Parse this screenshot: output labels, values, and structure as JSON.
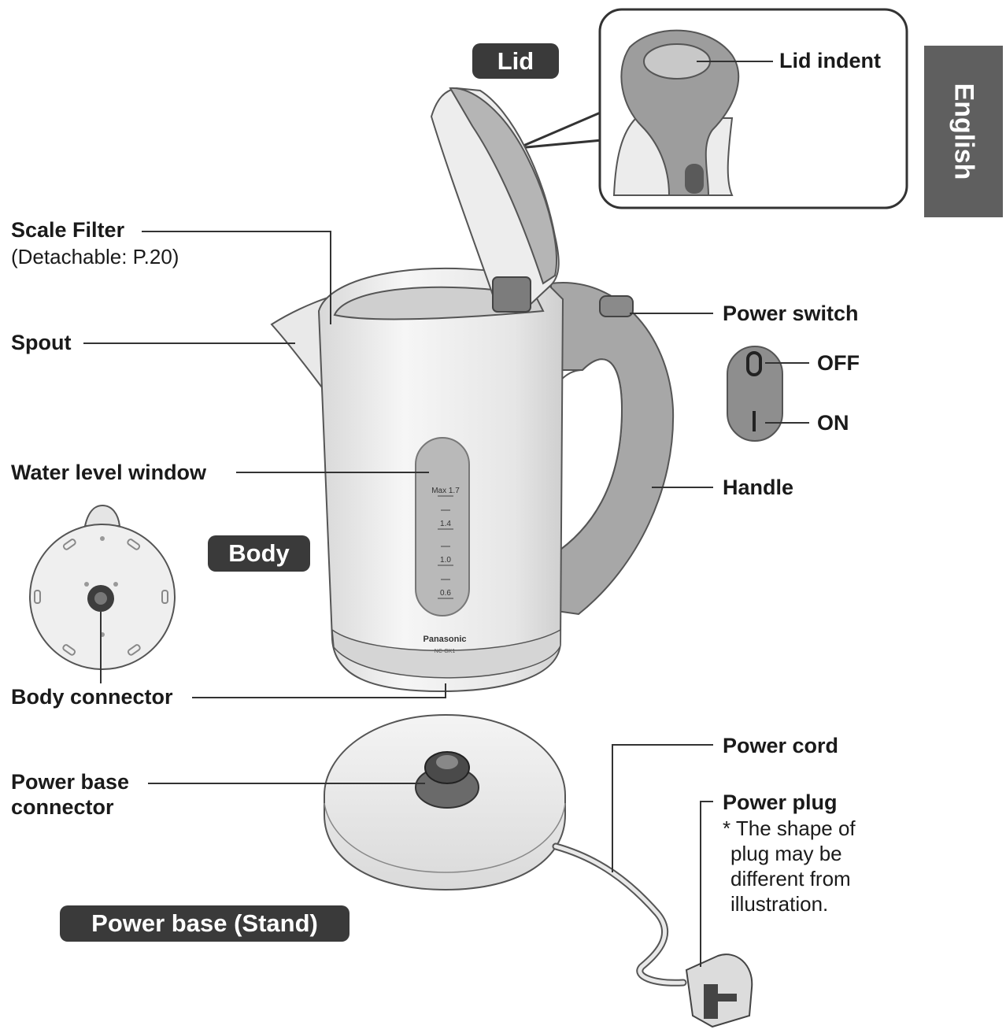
{
  "tab": {
    "language": "English"
  },
  "section_labels": {
    "lid": "Lid",
    "body": "Body",
    "power_base": "Power base (Stand)"
  },
  "parts": {
    "lid_indent": "Lid indent",
    "scale_filter": "Scale Filter",
    "scale_filter_note": "(Detachable: P.20)",
    "spout": "Spout",
    "water_level_window": "Water level window",
    "body_connector": "Body connector",
    "power_switch": "Power switch",
    "switch_off": "OFF",
    "switch_on": "ON",
    "handle": "Handle",
    "power_base_connector_line1": "Power base",
    "power_base_connector_line2": "connector",
    "power_cord": "Power cord",
    "power_plug": "Power plug"
  },
  "plug_note": [
    "* The shape of",
    "plug may be",
    "different from",
    "illustration."
  ],
  "water_scale": [
    "Max 1.7",
    "1.4",
    "1.0",
    "0.6"
  ],
  "brand": "Panasonic",
  "model": "NC-GK1",
  "colors": {
    "accent_dark": "#3a3a3a",
    "tab_gray": "#5f5f5f",
    "kettle_light": "#f1f1f1",
    "kettle_mid": "#c8c8c8",
    "kettle_dark": "#9a9a9a"
  }
}
